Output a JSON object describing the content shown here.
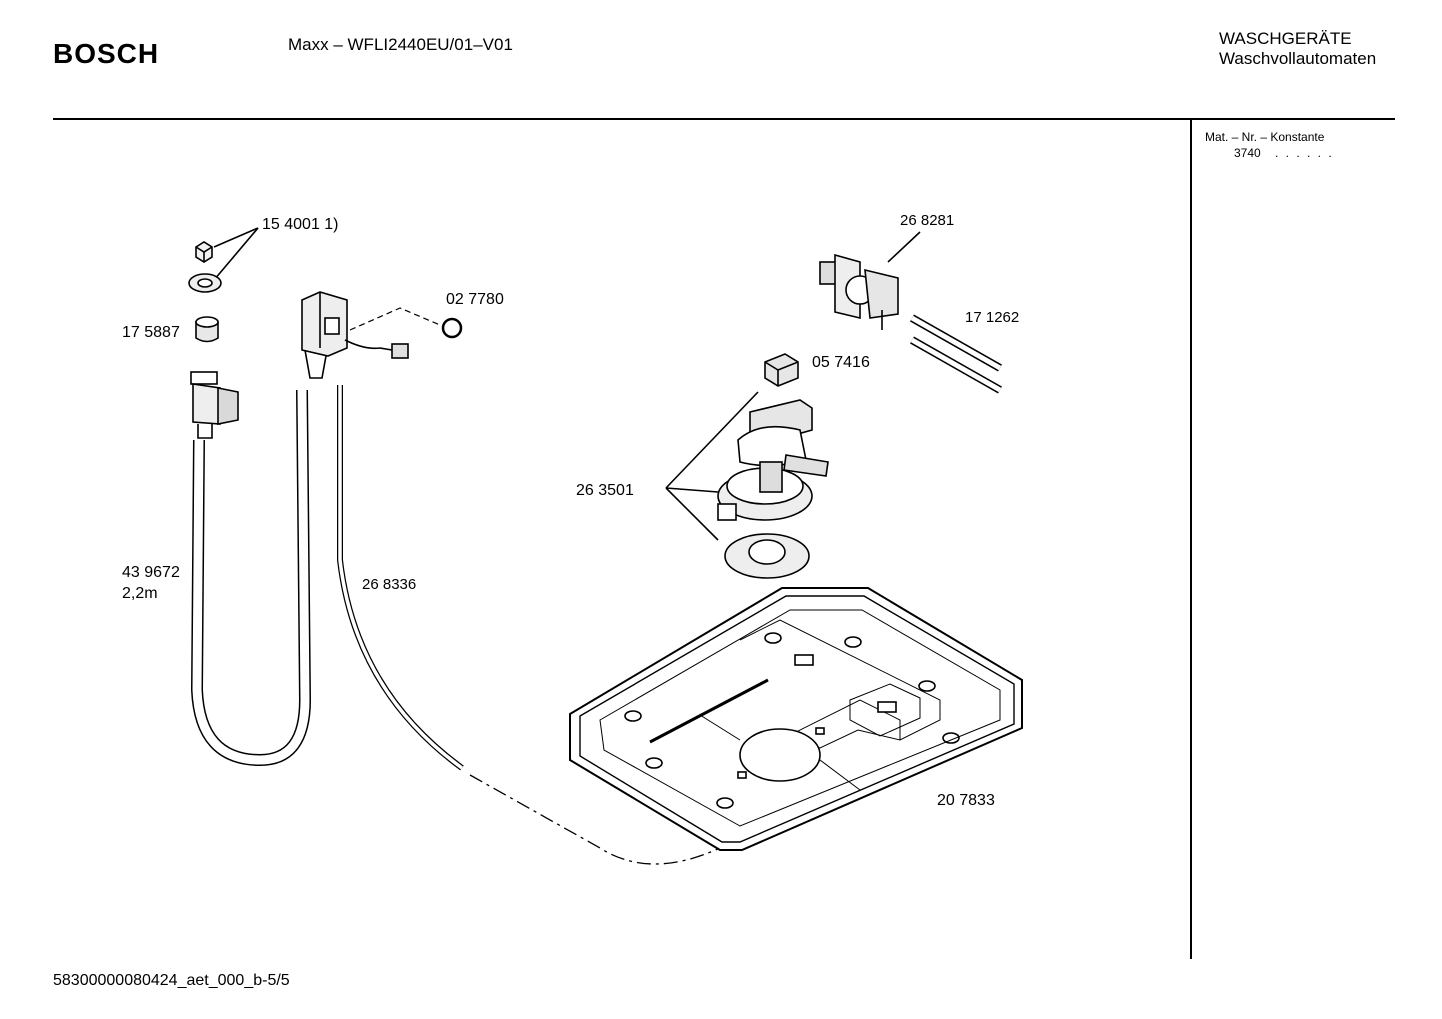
{
  "header": {
    "brand": "BOSCH",
    "model": "Maxx – WFLI2440EU/01–V01",
    "category_line1": "WASCHGERÄTE",
    "category_line2": "Waschvollautomaten"
  },
  "side_panel": {
    "mat_label": "Mat. – Nr. – Konstante",
    "mat_value": "3740",
    "mat_dots": ". .  . . . ."
  },
  "parts": {
    "p154001": "15 4001 1)",
    "p175887": "17 5887",
    "p027780": "02 7780",
    "p439672": "43 9672",
    "p439672_len": "2,2m",
    "p268336": "26 8336",
    "p268281": "26 8281",
    "p171262": "17 1262",
    "p057416": "05 7416",
    "p263501": "26 3501",
    "p207833": "20 7833"
  },
  "footer": {
    "doc_id": "58300000080424_aet_000_b-5/5"
  }
}
